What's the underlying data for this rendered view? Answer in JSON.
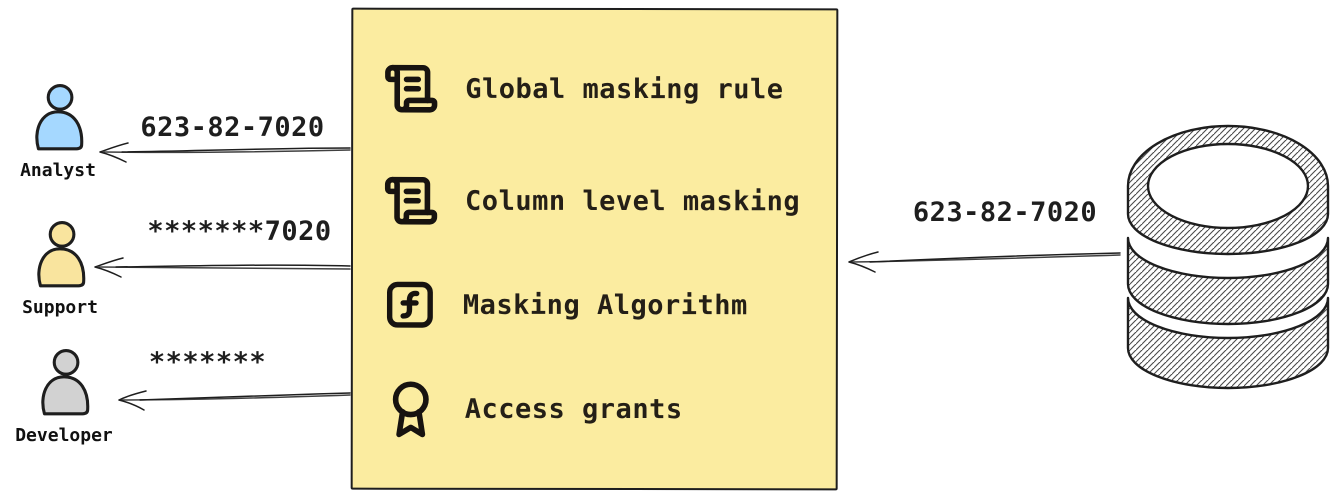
{
  "colors": {
    "ink": "#1e1e1e",
    "box_fill": "#FBECA0",
    "box_border": "#1E1E1E",
    "analyst_fill": "#A5D8FF",
    "support_fill": "#F9E49E",
    "developer_fill": "#D2D2D2",
    "db_hatch": "#4a4a4a"
  },
  "users": [
    {
      "icon": "person-icon",
      "name": "Analyst",
      "fill": "#A5D8FF",
      "received_value": "623-82-7020"
    },
    {
      "icon": "person-icon",
      "name": "Support",
      "fill": "#F9E49E",
      "received_value": "*******7020"
    },
    {
      "icon": "person-icon",
      "name": "Developer",
      "fill": "#D2D2D2",
      "received_value": "*******"
    }
  ],
  "policy_box": {
    "items": [
      {
        "icon": "scroll-text-icon",
        "label": "Global masking rule"
      },
      {
        "icon": "scroll-text-icon",
        "label": "Column level masking"
      },
      {
        "icon": "function-square-icon",
        "label": "Masking Algorithm"
      },
      {
        "icon": "award-icon",
        "label": "Access grants"
      }
    ]
  },
  "database": {
    "icon": "database-icon",
    "original_value": "623-82-7020"
  }
}
